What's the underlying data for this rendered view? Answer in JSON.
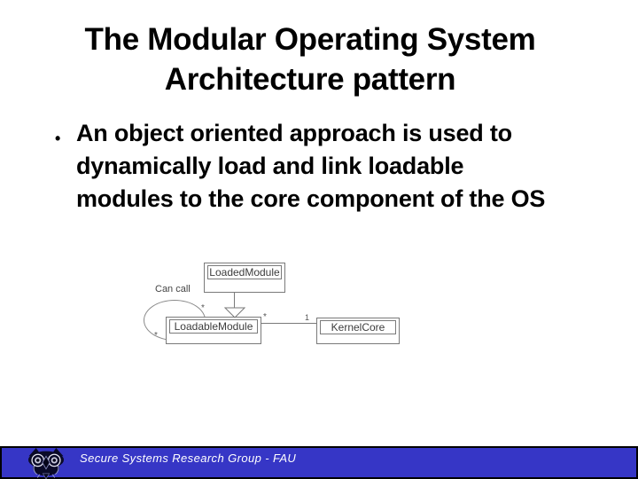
{
  "slide_title": {
    "line1": "The Modular Operating System",
    "line2": "Architecture pattern"
  },
  "bullet": {
    "marker": "•",
    "lines": [
      "An object oriented approach is used to",
      "dynamically load and link loadable",
      "modules to the core component of the OS"
    ]
  },
  "diagram": {
    "loaded_module_name": "LoadedModule",
    "loadable_module_name": "LoadableModule",
    "kernel_core_name": "KernelCore",
    "self_loop_label": "Can call",
    "mult_loop_top": "*",
    "mult_loop_bottom": "*",
    "mult_assoc_source": "*",
    "mult_assoc_target": "1"
  },
  "footer": {
    "text": "Secure Systems Research Group - FAU",
    "bar_color": "#3636C6",
    "logo_icon": "fau-owl-logo"
  },
  "colors": {
    "background": "#ffffff",
    "title_text": "#000000",
    "diagram_line": "#7a7a7a",
    "footer_bar": "#3636C6",
    "footer_text": "#ffffff"
  }
}
